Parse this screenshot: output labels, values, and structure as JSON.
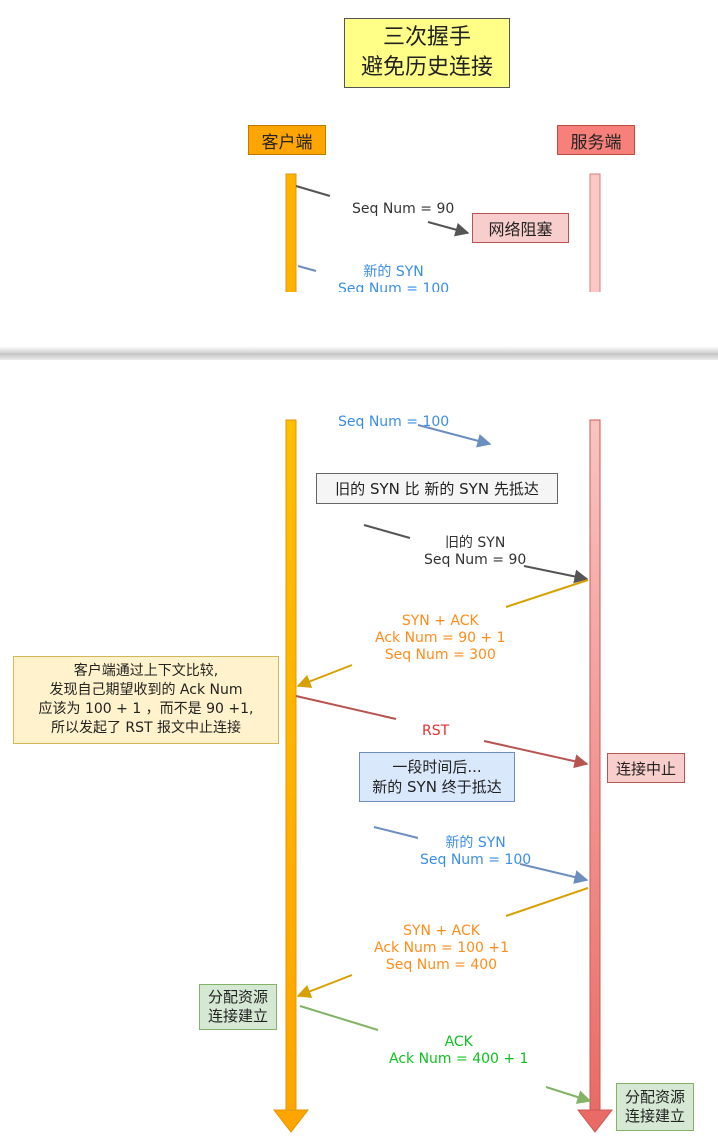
{
  "title": {
    "line1": "三次握手",
    "line2": "避免历史连接"
  },
  "participants": {
    "client": "客户端",
    "server": "服务端"
  },
  "top_panel": {
    "old_syn_seq": "Seq Num = 90",
    "network_blocked": "网络阻塞",
    "new_syn_label": "新的 SYN",
    "new_syn_seq": "Seq Num = 100"
  },
  "bottom_panel": {
    "new_syn_seq_continued": "Seq Num = 100",
    "old_arrives_first": "旧的 SYN 比 新的 SYN 先抵达",
    "old_syn": {
      "label": "旧的 SYN",
      "seq": "Seq Num = 90"
    },
    "synack_1": {
      "label": "SYN + ACK",
      "ack": "Ack Num =  90 + 1",
      "seq": "Seq Num = 300"
    },
    "client_note": [
      "客户端通过上下文比较,",
      "发现自己期望收到的 Ack Num",
      "应该为 100 + 1 ，而不是 90 +1,",
      "所以发起了 RST 报文中止连接"
    ],
    "rst": "RST",
    "terminate": "连接中止",
    "after_while": {
      "line1": "一段时间后...",
      "line2": "新的 SYN 终于抵达"
    },
    "new_syn": {
      "label": "新的 SYN",
      "seq": "Seq Num = 100"
    },
    "synack_2": {
      "label": "SYN + ACK",
      "ack": "Ack Num =  100 +1",
      "seq": "Seq Num = 400"
    },
    "client_alloc": {
      "line1": "分配资源",
      "line2": "连接建立"
    },
    "ack": {
      "label": "ACK",
      "ack": "Ack Num = 400 + 1"
    },
    "server_alloc": {
      "line1": "分配资源",
      "line2": "连接建立"
    }
  },
  "colors": {
    "client": "#ffa500",
    "server": "#f8807a",
    "old_syn_arrow": "#555555",
    "new_syn_arrow": "#6c8ebf",
    "synack_arrow": "#d6a000",
    "rst_arrow": "#b85450",
    "ack_arrow": "#82b366"
  }
}
